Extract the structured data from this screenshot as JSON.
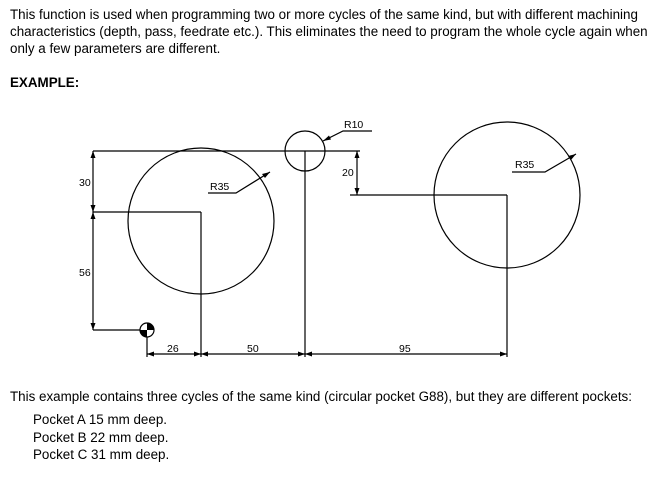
{
  "intro_text": "This function is used when programming two or more cycles of the same kind, but with different machining characteristics (depth, pass, feedrate etc.). This eliminates the need to program the whole cycle again when only a few parameters are different.",
  "example_heading": "EXAMPLE:",
  "drawing": {
    "labels": {
      "r10": "R10",
      "r35_left": "R35",
      "r35_right": "R35",
      "dim_20": "20",
      "dim_30": "30",
      "dim_56": "56",
      "dim_26": "26",
      "dim_50": "50",
      "dim_95": "95"
    }
  },
  "summary_text": "This example contains three cycles of the same kind (circular pocket G88), but they are different pockets:",
  "pockets": [
    "Pocket A 15 mm deep.",
    "Pocket B 22 mm deep.",
    "Pocket C 31 mm deep."
  ]
}
